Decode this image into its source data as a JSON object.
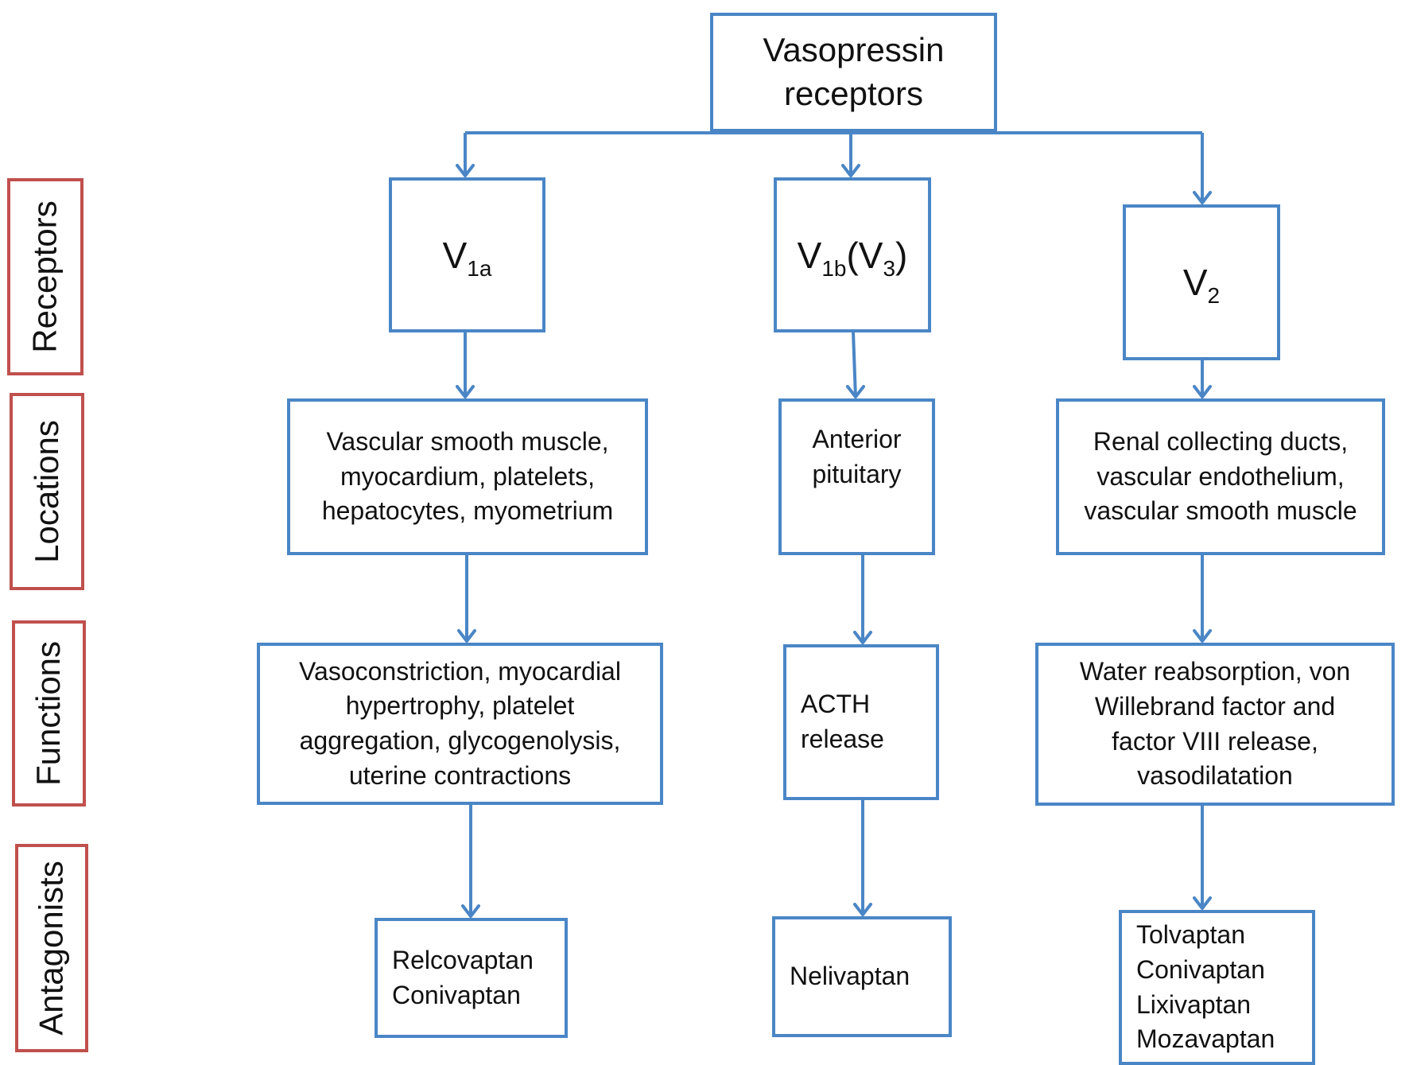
{
  "title": {
    "lines": [
      "Vasopressin",
      "receptors"
    ]
  },
  "row_labels": [
    "Receptors",
    "Locations",
    "Functions",
    "Antagonists"
  ],
  "receptors": [
    {
      "symbol": "V",
      "sub": "1a",
      "extra": "",
      "extra_sub": "",
      "close": ""
    },
    {
      "symbol": "V",
      "sub": "1b",
      "extra": "(V",
      "extra_sub": "3",
      "close": ")"
    },
    {
      "symbol": "V",
      "sub": "2",
      "extra": "",
      "extra_sub": "",
      "close": ""
    }
  ],
  "locations": [
    [
      "Vascular smooth muscle,",
      "myocardium, platelets,",
      "hepatocytes, myometrium"
    ],
    [
      "Anterior",
      "pituitary"
    ],
    [
      "Renal collecting ducts,",
      "vascular endothelium,",
      "vascular smooth muscle"
    ]
  ],
  "functions": [
    [
      "Vasoconstriction, myocardial",
      "hypertrophy, platelet",
      "aggregation, glycogenolysis,",
      "uterine contractions"
    ],
    [
      "ACTH",
      "release"
    ],
    [
      "Water reabsorption, von",
      "Willebrand factor and",
      "factor VIII release,",
      "vasodilatation"
    ]
  ],
  "antagonists": [
    [
      "Relcovaptan",
      "Conivaptan"
    ],
    [
      "Nelivaptan"
    ],
    [
      "Tolvaptan",
      "Conivaptan",
      "Lixivaptan",
      "Mozavaptan"
    ]
  ],
  "colors": {
    "box_border": "#4a86c6",
    "label_border": "#c0504d",
    "arrow": "#4a86c6"
  }
}
